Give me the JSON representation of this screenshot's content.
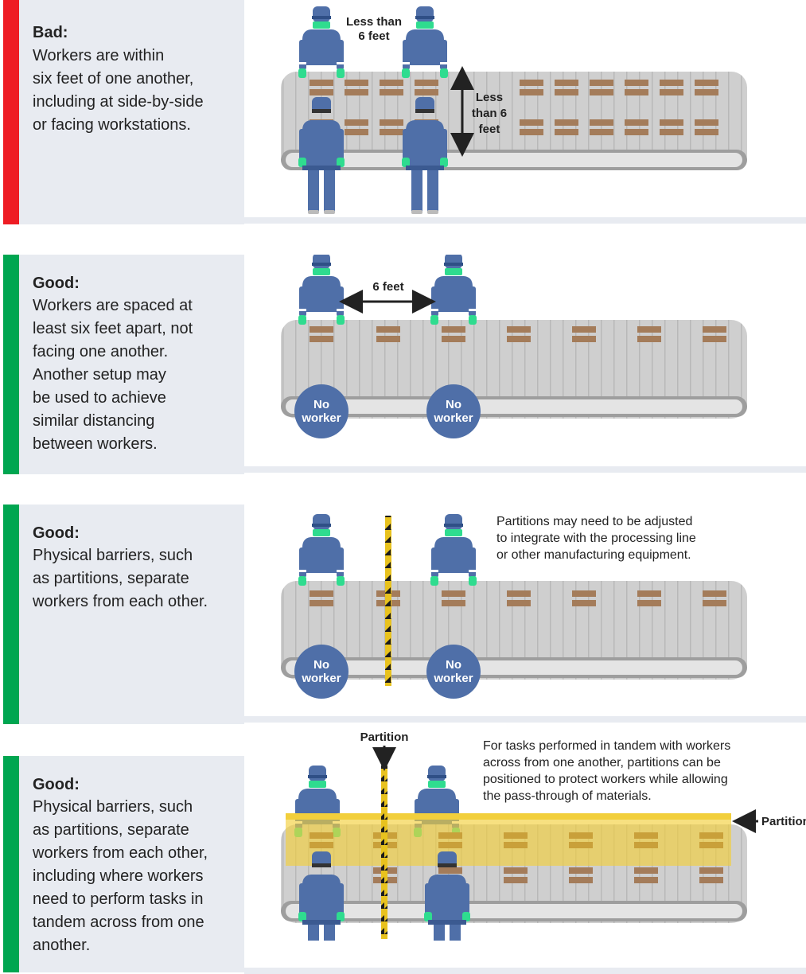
{
  "colors": {
    "bad": "#ee1c24",
    "good": "#00a651",
    "panel_bg": "#e8ebf1",
    "worker_blue": "#4f6fa8",
    "glove_green": "#2fdc8f",
    "conveyor": "#c9c9c9",
    "box": "#a47c5a",
    "partition_glass": "#f2cf3c"
  },
  "panels": [
    {
      "status": "bad",
      "heading": "Bad:",
      "lines": [
        "Workers are within",
        "six feet of one another,",
        "including at side-by-side",
        "or facing workstations."
      ],
      "labels": {
        "top_line1": "Less than",
        "top_line2": "6 feet",
        "side_line1": "Less",
        "side_line2": "than 6",
        "side_line3": "feet"
      }
    },
    {
      "status": "good",
      "heading": "Good:",
      "lines": [
        "Workers are spaced at",
        "least six feet apart, not",
        "facing one another.",
        "Another setup may",
        "be used to achieve",
        "similar distancing",
        "between workers."
      ],
      "labels": {
        "distance": "6 feet",
        "no_worker_line1": "No",
        "no_worker_line2": "worker"
      }
    },
    {
      "status": "good",
      "heading": "Good:",
      "lines": [
        "Physical barriers, such",
        "as partitions, separate",
        "workers from each other."
      ],
      "labels": {
        "note1": "Partitions may need to be adjusted",
        "note2": "to integrate with the processing line",
        "note3": "or other manufacturing equipment.",
        "no_worker_line1": "No",
        "no_worker_line2": "worker"
      }
    },
    {
      "status": "good",
      "heading": "Good:",
      "lines": [
        "Physical barriers, such",
        "as partitions, separate",
        "workers from each other,",
        "including where workers",
        "need to perform tasks in",
        "tandem across from one",
        "another."
      ],
      "labels": {
        "partition_top": "Partition",
        "partition_side": "Partition",
        "note1": "For tasks performed in tandem with workers",
        "note2": "across from one another, partitions can be",
        "note3": "positioned to protect workers while allowing",
        "note4": "the pass-through of materials."
      }
    }
  ]
}
